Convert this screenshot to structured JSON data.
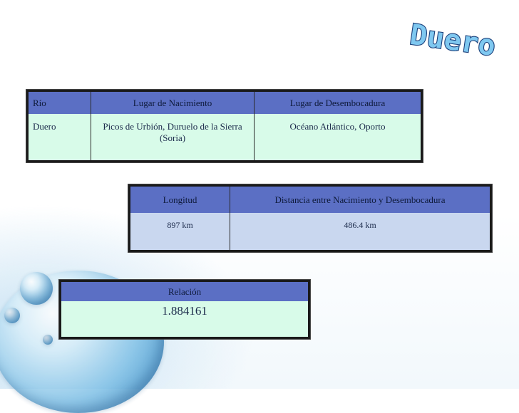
{
  "slide": {
    "title": "Duero"
  },
  "table_rio": {
    "headers": [
      "Río",
      "Lugar de Nacimiento",
      "Lugar de Desembocadura"
    ],
    "row": [
      "Duero",
      "Picos de Urbión, Duruelo de la Sierra (Soria)",
      "Océano Atlántico, Oporto"
    ]
  },
  "table_longitud": {
    "headers": [
      "Longitud",
      "Distancia entre Nacimiento y Desembocadura"
    ],
    "row": [
      "897 km",
      "486.4 km"
    ]
  },
  "table_relacion": {
    "header": "Relación",
    "value": "1.884161"
  },
  "colors": {
    "header_blue": "#5b6fc4",
    "cell_mint": "#d8fbe9",
    "cell_lavender": "#c9d7ef",
    "title_blue": "#6fb8e8"
  }
}
